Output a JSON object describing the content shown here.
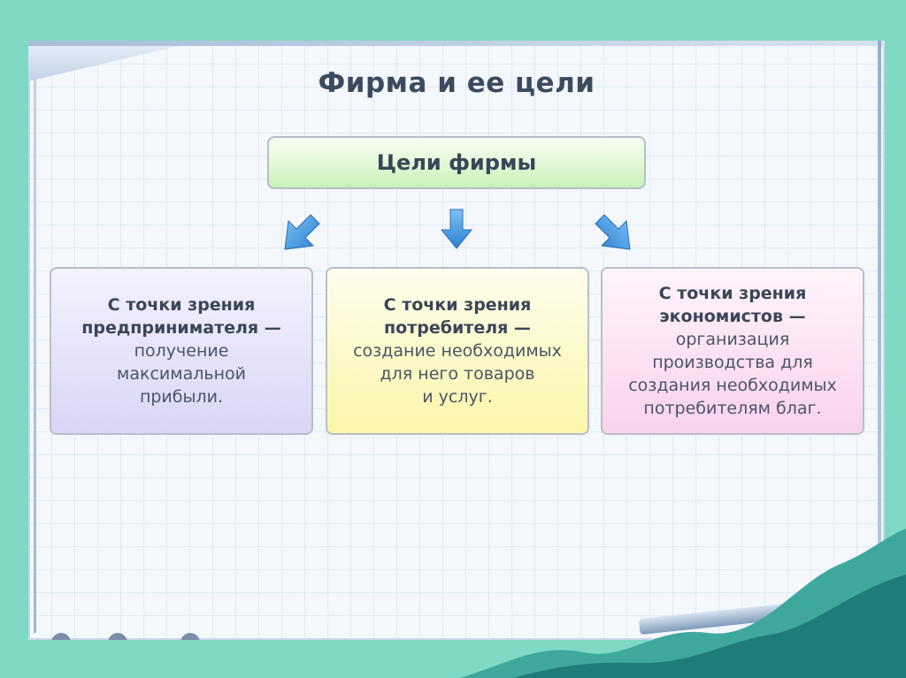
{
  "title": "Фирма и ее цели",
  "top_box": "Цели фирмы",
  "boxes": [
    {
      "head1": "С точки зрения",
      "head2": "предпринимателя —",
      "body1": "получение",
      "body2": "максимальной",
      "body3": "прибыли."
    },
    {
      "head1": "С точки зрения",
      "head2": "потребителя —",
      "body1": "создание необходимых",
      "body2": "для него товаров",
      "body3": "и услуг."
    },
    {
      "head1": "С точки зрения",
      "head2": "экономистов —",
      "body1": "организация",
      "body2": "производства для",
      "body3": "создания необходимых",
      "body4": "потребителям благ."
    }
  ],
  "colors": {
    "arrow": "#3d8fd9",
    "frame_bg": "#7fd9c4",
    "wave_dark": "#1f7c78",
    "wave_light": "#3fa89c"
  }
}
